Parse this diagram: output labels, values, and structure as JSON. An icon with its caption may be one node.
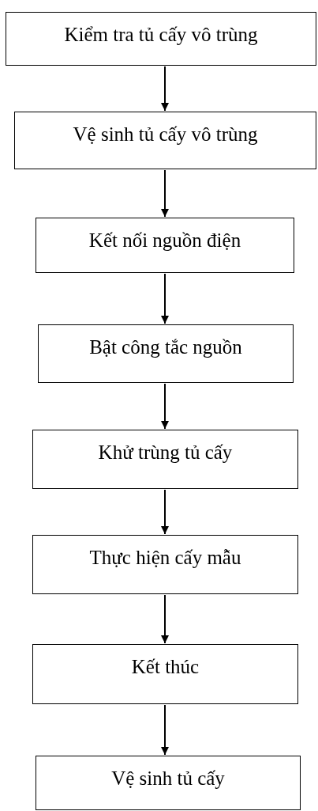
{
  "diagram": {
    "nodes": [
      {
        "text": [
          "Kiểm tra tủ cấy vô trùng"
        ]
      },
      {
        "text": [
          "Vệ sinh tủ cấy vô trùng"
        ]
      },
      {
        "text": [
          "Kết nối nguồn điện"
        ]
      },
      {
        "text": [
          "Bật công tắc nguồn"
        ]
      },
      {
        "text": [
          "Khử trùng tủ cấy"
        ]
      },
      {
        "text": [
          "Thực hiện cấy mẫu"
        ]
      },
      {
        "text": [
          "Kết thúc"
        ]
      },
      {
        "text": [
          "Vệ sinh tủ cấy"
        ]
      }
    ],
    "edges": [
      {
        "from": 0,
        "to": 1,
        "arrow": "to"
      },
      {
        "from": 1,
        "to": 2,
        "arrow": "to"
      },
      {
        "from": 2,
        "to": 3,
        "arrow": "to"
      },
      {
        "from": 3,
        "to": 4,
        "arrow": "to"
      },
      {
        "from": 4,
        "to": 5,
        "arrow": "to"
      },
      {
        "from": 5,
        "to": 6,
        "arrow": "to"
      },
      {
        "from": 6,
        "to": 7,
        "arrow": "to"
      }
    ]
  }
}
